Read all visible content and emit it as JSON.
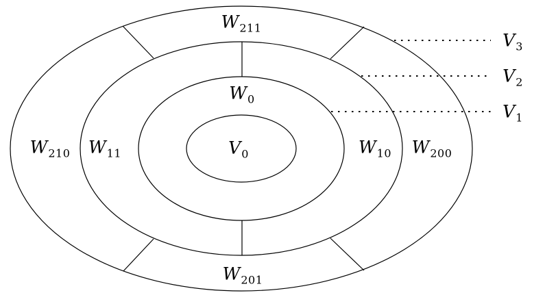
{
  "figure": {
    "kind": "nested-ellipse subspace diagram",
    "colors": {
      "stroke": "#000000",
      "background": "#ffffff"
    }
  },
  "labels": {
    "v0": {
      "letter": "V",
      "sub": "0"
    },
    "w0": {
      "letter": "W",
      "sub": "0"
    },
    "w11": {
      "letter": "W",
      "sub": "11"
    },
    "w10": {
      "letter": "W",
      "sub": "10"
    },
    "w211": {
      "letter": "W",
      "sub": "211"
    },
    "w210": {
      "letter": "W",
      "sub": "210"
    },
    "w201": {
      "letter": "W",
      "sub": "201"
    },
    "w200": {
      "letter": "W",
      "sub": "200"
    },
    "v1": {
      "letter": "V",
      "sub": "1"
    },
    "v2": {
      "letter": "V",
      "sub": "2"
    },
    "v3": {
      "letter": "V",
      "sub": "3"
    }
  }
}
